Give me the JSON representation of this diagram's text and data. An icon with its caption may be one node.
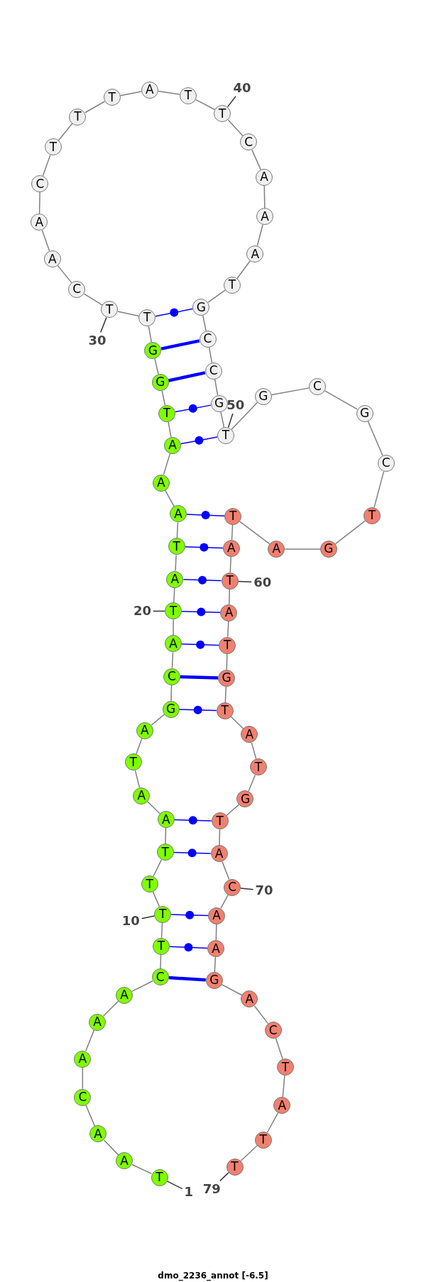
{
  "diagram": {
    "caption": "dmo_2236_annot [-6.5]",
    "nodes": [
      {
        "text": [
          "T"
        ]
      },
      {
        "text": [
          "A"
        ]
      },
      {
        "text": [
          "A"
        ]
      },
      {
        "text": [
          "C"
        ]
      },
      {
        "text": [
          "A"
        ]
      },
      {
        "text": [
          "A"
        ]
      },
      {
        "text": [
          "A"
        ]
      },
      {
        "text": [
          "C"
        ]
      },
      {
        "text": [
          "T"
        ]
      },
      {
        "text": [
          "T"
        ]
      },
      {
        "text": [
          "T"
        ]
      },
      {
        "text": [
          "T"
        ]
      },
      {
        "text": [
          "A"
        ]
      },
      {
        "text": [
          "A"
        ]
      },
      {
        "text": [
          "T"
        ]
      },
      {
        "text": [
          "A"
        ]
      },
      {
        "text": [
          "G"
        ]
      },
      {
        "text": [
          "C"
        ]
      },
      {
        "text": [
          "A"
        ]
      },
      {
        "text": [
          "T"
        ]
      },
      {
        "text": [
          "A"
        ]
      },
      {
        "text": [
          "T"
        ]
      },
      {
        "text": [
          "A"
        ]
      },
      {
        "text": [
          "A"
        ]
      },
      {
        "text": [
          "A"
        ]
      },
      {
        "text": [
          "T"
        ]
      },
      {
        "text": [
          "G"
        ]
      },
      {
        "text": [
          "G"
        ]
      },
      {
        "text": [
          "T"
        ]
      },
      {
        "text": [
          "T"
        ]
      },
      {
        "text": [
          "C"
        ]
      },
      {
        "text": [
          "A"
        ]
      },
      {
        "text": [
          "A"
        ]
      },
      {
        "text": [
          "C"
        ]
      },
      {
        "text": [
          "T"
        ]
      },
      {
        "text": [
          "T"
        ]
      },
      {
        "text": [
          "T"
        ]
      },
      {
        "text": [
          "A"
        ]
      },
      {
        "text": [
          "T"
        ]
      },
      {
        "text": [
          "T"
        ]
      },
      {
        "text": [
          "C"
        ]
      },
      {
        "text": [
          "A"
        ]
      },
      {
        "text": [
          "A"
        ]
      },
      {
        "text": [
          "A"
        ]
      },
      {
        "text": [
          "T"
        ]
      },
      {
        "text": [
          "G"
        ]
      },
      {
        "text": [
          "C"
        ]
      },
      {
        "text": [
          "C"
        ]
      },
      {
        "text": [
          "G"
        ]
      },
      {
        "text": [
          "T"
        ]
      },
      {
        "text": [
          "G"
        ]
      },
      {
        "text": [
          "C"
        ]
      },
      {
        "text": [
          "G"
        ]
      },
      {
        "text": [
          "C"
        ]
      },
      {
        "text": [
          "T"
        ]
      },
      {
        "text": [
          "G"
        ]
      },
      {
        "text": [
          "A"
        ]
      },
      {
        "text": [
          "T"
        ]
      },
      {
        "text": [
          "A"
        ]
      },
      {
        "text": [
          "T"
        ]
      },
      {
        "text": [
          "A"
        ]
      },
      {
        "text": [
          "T"
        ]
      },
      {
        "text": [
          "G"
        ]
      },
      {
        "text": [
          "T"
        ]
      },
      {
        "text": [
          "A"
        ]
      },
      {
        "text": [
          "T"
        ]
      },
      {
        "text": [
          "G"
        ]
      },
      {
        "text": [
          "T"
        ]
      },
      {
        "text": [
          "A"
        ]
      },
      {
        "text": [
          "C"
        ]
      },
      {
        "text": [
          "A"
        ]
      },
      {
        "text": [
          "A"
        ]
      },
      {
        "text": [
          "G"
        ]
      },
      {
        "text": [
          "A"
        ]
      },
      {
        "text": [
          "C"
        ]
      },
      {
        "text": [
          "T"
        ]
      },
      {
        "text": [
          "A"
        ]
      },
      {
        "text": [
          "T"
        ]
      },
      {
        "text": [
          "T"
        ]
      },
      {
        "text": [
          "1"
        ]
      },
      {
        "text": [
          "10"
        ]
      },
      {
        "text": [
          "20"
        ]
      },
      {
        "text": [
          "30"
        ]
      },
      {
        "text": [
          "40"
        ]
      },
      {
        "text": [
          "50"
        ]
      },
      {
        "text": [
          "60"
        ]
      },
      {
        "text": [
          "70"
        ]
      },
      {
        "text": [
          "79"
        ]
      }
    ],
    "edges": [
      {
        "from": 0,
        "to": 1,
        "arrow": "none"
      },
      {
        "from": 1,
        "to": 2,
        "arrow": "none"
      },
      {
        "from": 2,
        "to": 3,
        "arrow": "none"
      },
      {
        "from": 3,
        "to": 4,
        "arrow": "none"
      },
      {
        "from": 4,
        "to": 5,
        "arrow": "none"
      },
      {
        "from": 5,
        "to": 6,
        "arrow": "none"
      },
      {
        "from": 6,
        "to": 7,
        "arrow": "none"
      },
      {
        "from": 7,
        "to": 8,
        "arrow": "none"
      },
      {
        "from": 8,
        "to": 9,
        "arrow": "none"
      },
      {
        "from": 9,
        "to": 10,
        "arrow": "none"
      },
      {
        "from": 10,
        "to": 11,
        "arrow": "none"
      },
      {
        "from": 11,
        "to": 12,
        "arrow": "none"
      },
      {
        "from": 12,
        "to": 13,
        "arrow": "none"
      },
      {
        "from": 13,
        "to": 14,
        "arrow": "none"
      },
      {
        "from": 14,
        "to": 15,
        "arrow": "none"
      },
      {
        "from": 15,
        "to": 16,
        "arrow": "none"
      },
      {
        "from": 16,
        "to": 17,
        "arrow": "none"
      },
      {
        "from": 17,
        "to": 18,
        "arrow": "none"
      },
      {
        "from": 18,
        "to": 19,
        "arrow": "none"
      },
      {
        "from": 19,
        "to": 20,
        "arrow": "none"
      },
      {
        "from": 20,
        "to": 21,
        "arrow": "none"
      },
      {
        "from": 21,
        "to": 22,
        "arrow": "none"
      },
      {
        "from": 22,
        "to": 23,
        "arrow": "none"
      },
      {
        "from": 23,
        "to": 24,
        "arrow": "none"
      },
      {
        "from": 24,
        "to": 25,
        "arrow": "none"
      },
      {
        "from": 25,
        "to": 26,
        "arrow": "none"
      },
      {
        "from": 26,
        "to": 27,
        "arrow": "none"
      },
      {
        "from": 27,
        "to": 28,
        "arrow": "none"
      },
      {
        "from": 28,
        "to": 29,
        "arrow": "none"
      },
      {
        "from": 29,
        "to": 30,
        "arrow": "none"
      },
      {
        "from": 30,
        "to": 31,
        "arrow": "none"
      },
      {
        "from": 31,
        "to": 32,
        "arrow": "none"
      },
      {
        "from": 32,
        "to": 33,
        "arrow": "none"
      },
      {
        "from": 33,
        "to": 34,
        "arrow": "none"
      },
      {
        "from": 34,
        "to": 35,
        "arrow": "none"
      },
      {
        "from": 35,
        "to": 36,
        "arrow": "none"
      },
      {
        "from": 36,
        "to": 37,
        "arrow": "none"
      },
      {
        "from": 37,
        "to": 38,
        "arrow": "none"
      },
      {
        "from": 38,
        "to": 39,
        "arrow": "none"
      },
      {
        "from": 39,
        "to": 40,
        "arrow": "none"
      },
      {
        "from": 40,
        "to": 41,
        "arrow": "none"
      },
      {
        "from": 41,
        "to": 42,
        "arrow": "none"
      },
      {
        "from": 42,
        "to": 43,
        "arrow": "none"
      },
      {
        "from": 43,
        "to": 44,
        "arrow": "none"
      },
      {
        "from": 44,
        "to": 45,
        "arrow": "none"
      },
      {
        "from": 45,
        "to": 46,
        "arrow": "none"
      },
      {
        "from": 46,
        "to": 47,
        "arrow": "none"
      },
      {
        "from": 47,
        "to": 48,
        "arrow": "none"
      },
      {
        "from": 48,
        "to": 49,
        "arrow": "none"
      },
      {
        "from": 49,
        "to": 50,
        "arrow": "none"
      },
      {
        "from": 50,
        "to": 51,
        "arrow": "none"
      },
      {
        "from": 51,
        "to": 52,
        "arrow": "none"
      },
      {
        "from": 52,
        "to": 53,
        "arrow": "none"
      },
      {
        "from": 53,
        "to": 54,
        "arrow": "none"
      },
      {
        "from": 54,
        "to": 55,
        "arrow": "none"
      },
      {
        "from": 55,
        "to": 56,
        "arrow": "none"
      },
      {
        "from": 56,
        "to": 57,
        "arrow": "none"
      },
      {
        "from": 57,
        "to": 58,
        "arrow": "none"
      },
      {
        "from": 58,
        "to": 59,
        "arrow": "none"
      },
      {
        "from": 59,
        "to": 60,
        "arrow": "none"
      },
      {
        "from": 60,
        "to": 61,
        "arrow": "none"
      },
      {
        "from": 61,
        "to": 62,
        "arrow": "none"
      },
      {
        "from": 62,
        "to": 63,
        "arrow": "none"
      },
      {
        "from": 63,
        "to": 64,
        "arrow": "none"
      },
      {
        "from": 64,
        "to": 65,
        "arrow": "none"
      },
      {
        "from": 65,
        "to": 66,
        "arrow": "none"
      },
      {
        "from": 66,
        "to": 67,
        "arrow": "none"
      },
      {
        "from": 67,
        "to": 68,
        "arrow": "none"
      },
      {
        "from": 68,
        "to": 69,
        "arrow": "none"
      },
      {
        "from": 69,
        "to": 70,
        "arrow": "none"
      },
      {
        "from": 70,
        "to": 71,
        "arrow": "none"
      },
      {
        "from": 71,
        "to": 72,
        "arrow": "none"
      },
      {
        "from": 72,
        "to": 73,
        "arrow": "none"
      },
      {
        "from": 73,
        "to": 74,
        "arrow": "none"
      },
      {
        "from": 74,
        "to": 75,
        "arrow": "none"
      },
      {
        "from": 75,
        "to": 76,
        "arrow": "none"
      },
      {
        "from": 76,
        "to": 77,
        "arrow": "none"
      },
      {
        "from": 77,
        "to": 78,
        "arrow": "none"
      },
      {
        "from": 28,
        "to": 45,
        "arrow": "none",
        "color": "#0000ff"
      },
      {
        "from": 27,
        "to": 46,
        "arrow": "none",
        "style": "thick",
        "color": "#0000ff"
      },
      {
        "from": 26,
        "to": 47,
        "arrow": "none",
        "style": "thick",
        "color": "#0000ff"
      },
      {
        "from": 25,
        "to": 48,
        "arrow": "none",
        "color": "#0000ff"
      },
      {
        "from": 24,
        "to": 49,
        "arrow": "none",
        "color": "#0000ff"
      },
      {
        "from": 22,
        "to": 57,
        "arrow": "none",
        "color": "#0000ff"
      },
      {
        "from": 21,
        "to": 58,
        "arrow": "none",
        "color": "#0000ff"
      },
      {
        "from": 20,
        "to": 59,
        "arrow": "none",
        "color": "#0000ff"
      },
      {
        "from": 19,
        "to": 60,
        "arrow": "none",
        "color": "#0000ff"
      },
      {
        "from": 18,
        "to": 61,
        "arrow": "none",
        "color": "#0000ff"
      },
      {
        "from": 17,
        "to": 62,
        "arrow": "none",
        "style": "thick",
        "color": "#0000ff"
      },
      {
        "from": 16,
        "to": 63,
        "arrow": "none",
        "color": "#0000ff"
      },
      {
        "from": 12,
        "to": 67,
        "arrow": "none",
        "color": "#0000ff"
      },
      {
        "from": 11,
        "to": 68,
        "arrow": "none",
        "color": "#0000ff"
      },
      {
        "from": 9,
        "to": 70,
        "arrow": "none",
        "color": "#0000ff"
      },
      {
        "from": 8,
        "to": 71,
        "arrow": "none",
        "color": "#0000ff"
      },
      {
        "from": 7,
        "to": 72,
        "arrow": "none",
        "style": "thick",
        "color": "#0000ff"
      },
      {
        "from": 79,
        "to": 0,
        "arrow": "none",
        "color": "#333333"
      },
      {
        "from": 80,
        "to": 9,
        "arrow": "none",
        "color": "#333333"
      },
      {
        "from": 81,
        "to": 19,
        "arrow": "none",
        "color": "#333333"
      },
      {
        "from": 82,
        "to": 29,
        "arrow": "none",
        "color": "#333333"
      },
      {
        "from": 83,
        "to": 39,
        "arrow": "none",
        "color": "#333333"
      },
      {
        "from": 84,
        "to": 49,
        "arrow": "none",
        "color": "#333333"
      },
      {
        "from": 85,
        "to": 59,
        "arrow": "none",
        "color": "#333333"
      },
      {
        "from": 86,
        "to": 69,
        "arrow": "none",
        "color": "#333333"
      },
      {
        "from": 87,
        "to": 78,
        "arrow": "none",
        "color": "#333333"
      }
    ]
  }
}
